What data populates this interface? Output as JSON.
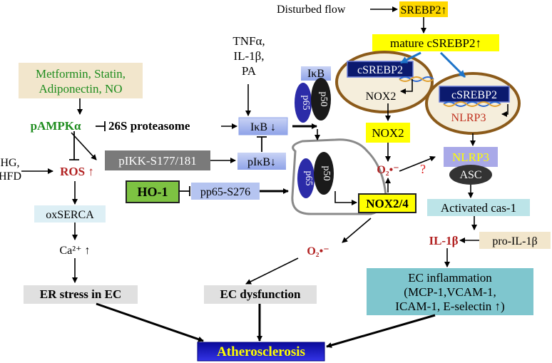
{
  "labels": {
    "disturbed_flow": "Disturbed flow",
    "srebp2": "SREBP2↑",
    "mature_csrebp2": "mature cSREBP2↑",
    "csrebp2_a": "cSREBP2",
    "nox2_gene": "NOX2",
    "csrebp2_b": "cSREBP2",
    "nlrp3_gene": "NLRP3",
    "tnf_line1": "TNFα,",
    "tnf_line2": "IL-1β,",
    "tnf_line3": "PA",
    "ikb_complex": "IκB",
    "p65_a": "p65",
    "p50_a": "p50",
    "drugs_line1": "Metformin, Statin,",
    "drugs_line2": "Adiponectin, NO",
    "pampk": "pAMPKα",
    "proteasome": "26S proteasome",
    "ikb_down": "IκB ↓",
    "nox2_box": "NOX2",
    "nlrp3_box": "NLRP3",
    "asc": "ASC",
    "hg_line1": "HG,",
    "hg_line2": "HFD",
    "ros": "ROS ↑",
    "pikk": "pIKK-S177/181",
    "pikb": "pIκB↓",
    "o2_superoxide": "O₂•⁻",
    "question": "?",
    "ho1": "HO-1",
    "pp65": "pp65-S276",
    "p65_b": "p65",
    "p50_b": "p50",
    "nox24": "NOX2/4",
    "activated_cas1": "Activated cas-1",
    "oxserca": "oxSERCA",
    "o2_superoxide_2": "O₂•⁻",
    "il1b": "IL-1β",
    "pro_il1b": "pro-IL-1β",
    "ca": "Ca²⁺ ↑",
    "ec_inflam_line1": "EC inflammation",
    "ec_inflam_line2": "(MCP-1,VCAM-1,",
    "ec_inflam_line3": "ICAM-1, E-selectin ↑)",
    "er_stress": "ER stress in EC",
    "ec_dysfunction": "EC dysfunction",
    "atherosclerosis": "Atherosclerosis"
  },
  "colors": {
    "srebp_yellow": "#FFD800",
    "mature_yellow": "#FFFF00",
    "beige": "#F2E6CC",
    "green_text": "#1E8C1E",
    "red_text": "#B22222",
    "nucleus_fill": "#F5EEDC",
    "nucleus_stroke": "#8B5A1A",
    "navy": "#0B1A6E",
    "gray_box": "#7A7A7A",
    "light_blue": "#B5C4F0",
    "lavender": "#A9A9E8",
    "ho1_green": "#7DC242",
    "cyan_box": "#BCE4E8",
    "teal_box": "#7FC6CE",
    "light_gray": "#E0E0E0",
    "ather_top": "#0A0A9A",
    "ather_bottom": "#2E2EE0",
    "ather_text": "#FFFF00",
    "blue_arrow": "#1E74C8",
    "p65_color": "#2B2BA8",
    "p50_color": "#1A1A1A"
  }
}
